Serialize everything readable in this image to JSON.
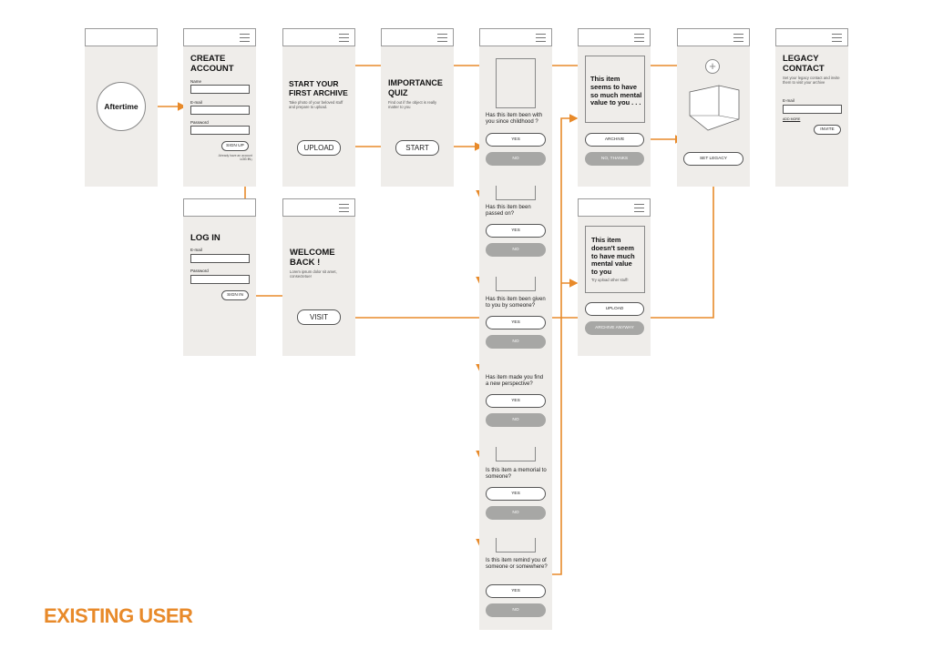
{
  "splash": {
    "logo": "Aftertime"
  },
  "create_account": {
    "title": "CREATE\nACCOUNT",
    "name_label": "Name",
    "email_label": "E-mail",
    "password_label": "Password",
    "signup_label": "SIGN UP",
    "have_account": "Already have an account ?",
    "login_link": "LOG IN"
  },
  "login": {
    "title": "LOG IN",
    "email_label": "E-mail",
    "password_label": "Password",
    "signin_label": "SIGN IN"
  },
  "first_archive": {
    "title": "START YOUR\nFIRST ARCHIVE",
    "desc": "Take photo of your beloved stuff and prepare to upload.",
    "upload_label": "UPLOAD"
  },
  "welcome": {
    "title": "WELCOME\nBACK !",
    "desc": "Lorem ipsum dolor sit amet, consectetuer",
    "visit_label": "VISIT"
  },
  "quiz_intro": {
    "title": "IMPORTANCE\nQUIZ",
    "desc": "Find out if the object is really matter to you",
    "start_label": "START"
  },
  "quiz": {
    "yes_label": "YES",
    "no_label": "NO",
    "questions": [
      "Has this item been with you since childhood ?",
      "Has this item been passed on?",
      "Has this item been given to you by someone?",
      "Has item made you find a new perspective?",
      "Is this item a memorial to someone?",
      "Is this item remind you of someone or somewhere?"
    ]
  },
  "result_positive": {
    "message": "This item\nseems to have\nso much mental\nvalue to you . . .",
    "archive_label": "ARCHIVE",
    "no_thanks_label": "NO, THANKS"
  },
  "result_negative": {
    "message": "This item\ndoesn't seem\nto have much\nmental value\nto you",
    "hint": "Try upload other stuff!",
    "upload_label": "UPLOAD",
    "archive_anyway_label": "ARCHIVE ANYWAY"
  },
  "room": {
    "set_legacy_label": "SET LEGACY"
  },
  "legacy_contact": {
    "title": "LEGACY\nCONTACT",
    "desc": "Set your legacy contact and invite them to visit your archive",
    "email_label": "E-mail",
    "add_more": "ADD MORE",
    "invite_label": "INVITE"
  },
  "footer": {
    "label": "EXISTING USER"
  },
  "colors": {
    "accent": "#e88a2a",
    "screen": "#efedea",
    "button_gray": "#a7a7a5"
  }
}
